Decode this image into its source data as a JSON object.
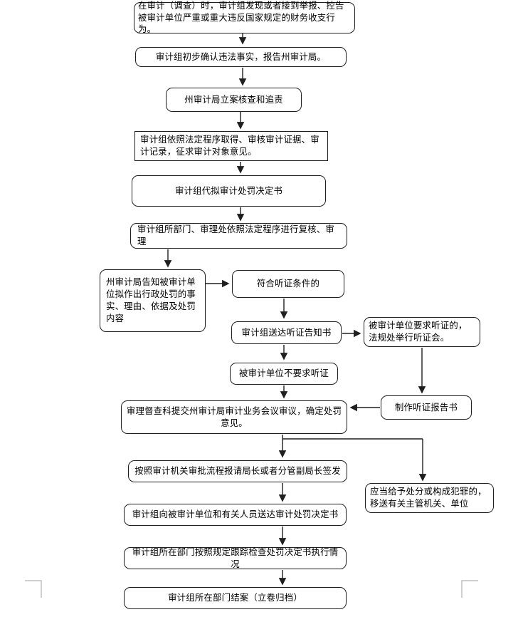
{
  "page": {
    "background_color": "#ffffff",
    "line_color": "#1f1f1f",
    "crop_mark_color": "#b0b0b0"
  },
  "icons": {
    "crop_mark_left": "page-margin-corner-mark",
    "crop_mark_right": "page-margin-corner-mark"
  },
  "flowchart": {
    "nodes": [
      {
        "id": "discovery",
        "text": "在审计（调查）时，审计组发现或者接到举报、控告被审计单位严重或重大违反国家规定的财务收支行为。"
      },
      {
        "id": "confirm-report",
        "text": "审计组初步确认违法事实，报告州审计局。"
      },
      {
        "id": "case-filing",
        "text": "州审计局立案核查和追责"
      },
      {
        "id": "evidence",
        "text": "审计组依照法定程序取得、审核审计证据、审计记录，征求审计对象意见。"
      },
      {
        "id": "draft-decision",
        "text": "审计组代拟审计处罚决定书"
      },
      {
        "id": "review",
        "text": "审计组所部门、审理处依照法定程序进行复核、审理"
      },
      {
        "id": "notify-penalty",
        "text": "州审计局告知被审计单位拟作出行政处罚的事实、理由、依据及处罚内容"
      },
      {
        "id": "hearing-eligible",
        "text": "符合听证条件的"
      },
      {
        "id": "hearing-notice",
        "text": "审计组送达听证告知书"
      },
      {
        "id": "hearing-requested",
        "text": "被审计单位要求听证的，法规处举行听证会。"
      },
      {
        "id": "hearing-not-requested",
        "text": "被审计单位不要求听证"
      },
      {
        "id": "business-meeting",
        "text": "审理督查科提交州审计局审计业务会议审议，确定处罚意见。"
      },
      {
        "id": "hearing-report",
        "text": "制作听证报告书"
      },
      {
        "id": "transfer-authority",
        "text": "应当给予处分或构成犯罪的，移送有关主管机关、单位"
      },
      {
        "id": "director-approval",
        "text": "按照审计机关审批流程报请局长或者分管副局长签发"
      },
      {
        "id": "deliver-decision",
        "text": "审计组向被审计单位和有关人员送达审计处罚决定书"
      },
      {
        "id": "track-execution",
        "text": "审计组所在部门按照规定跟踪检查处罚决定书执行情况"
      },
      {
        "id": "case-closure",
        "text": "审计组所在部门结案（立卷归档）"
      }
    ]
  }
}
